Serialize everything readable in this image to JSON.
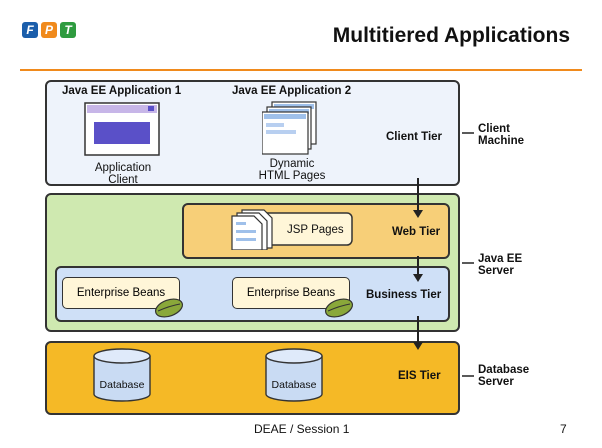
{
  "header": {
    "title": "Multitiered Applications",
    "logo_letters": [
      "F",
      "P",
      "T"
    ],
    "logo_colors": [
      "#1b5eab",
      "#f08a1c",
      "#2e9b3f"
    ]
  },
  "client": {
    "app1": "Java EE Application 1",
    "app2": "Java EE Application 2",
    "client_label": "Application\nClient",
    "dynamic_label": "Dynamic\nHTML Pages",
    "tier": "Client Tier"
  },
  "web": {
    "jsp": "JSP Pages",
    "tier": "Web Tier"
  },
  "business": {
    "bean1": "Enterprise Beans",
    "bean2": "Enterprise Beans",
    "tier": "Business Tier"
  },
  "eis": {
    "db1": "Database",
    "db2": "Database",
    "tier": "EIS Tier"
  },
  "side_labels": {
    "client_machine": "Client\nMachine",
    "javaee_server": "Java EE\nServer",
    "database_server": "Database\nServer"
  },
  "footer": {
    "session": "DEAE / Session 1",
    "page": "7"
  },
  "colors": {
    "client_bg": "#eef3fb",
    "server_bg": "#cfe9b0",
    "web_bg": "#f7cf78",
    "business_bg": "#cfe0f7",
    "eis_bg": "#f5b926",
    "accent": "#f08a1c"
  }
}
